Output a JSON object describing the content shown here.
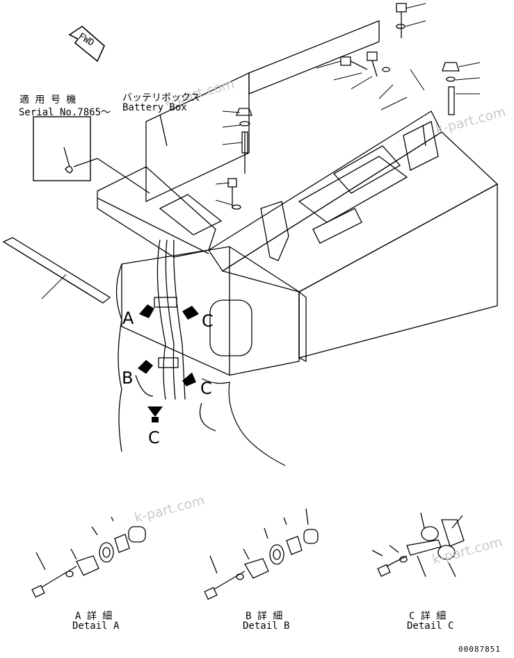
{
  "direction_marker": "FWD",
  "serial_label": {
    "line1": "適 用 号 機",
    "line2": "Serial No.7865～"
  },
  "battery_box_label": {
    "jp": "バッテリボックス",
    "en": "Battery Box"
  },
  "view_letters": {
    "a": "A",
    "b": "B",
    "c1": "C",
    "c2": "C",
    "c3": "C"
  },
  "details": [
    {
      "jp": "A 詳 細",
      "en": "Detail A"
    },
    {
      "jp": "B 詳 細",
      "en": "Detail B"
    },
    {
      "jp": "C 詳 細",
      "en": "Detail C"
    }
  ],
  "watermark": "k-part.com",
  "drawing_number": "00087851"
}
